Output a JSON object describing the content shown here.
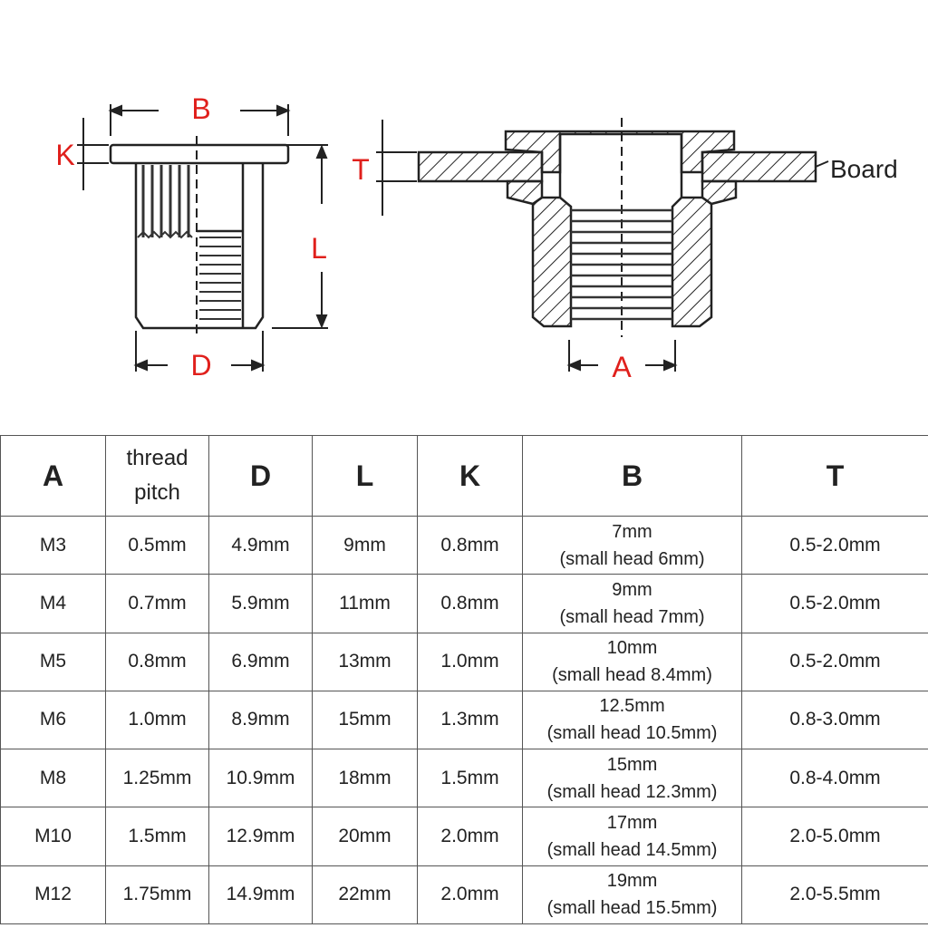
{
  "diagram": {
    "left_labels": {
      "b": "B",
      "k": "K",
      "l": "L",
      "d": "D"
    },
    "right_labels": {
      "t": "T",
      "a": "A",
      "board": "Board"
    }
  },
  "table": {
    "headers": [
      "A",
      "thread pitch",
      "D",
      "L",
      "K",
      "B",
      "T"
    ],
    "header_pitch_lines": [
      "thread",
      "pitch"
    ],
    "rows": [
      {
        "a": "M3",
        "pitch": "0.5mm",
        "d": "4.9mm",
        "l": "9mm",
        "k": "0.8mm",
        "b": "7mm",
        "b_note": "(small head 6mm)",
        "t": "0.5-2.0mm"
      },
      {
        "a": "M4",
        "pitch": "0.7mm",
        "d": "5.9mm",
        "l": "11mm",
        "k": "0.8mm",
        "b": "9mm",
        "b_note": "(small head 7mm)",
        "t": "0.5-2.0mm"
      },
      {
        "a": "M5",
        "pitch": "0.8mm",
        "d": "6.9mm",
        "l": "13mm",
        "k": "1.0mm",
        "b": "10mm",
        "b_note": "(small head 8.4mm)",
        "t": "0.5-2.0mm"
      },
      {
        "a": "M6",
        "pitch": "1.0mm",
        "d": "8.9mm",
        "l": "15mm",
        "k": "1.3mm",
        "b": "12.5mm",
        "b_note": "(small head 10.5mm)",
        "t": "0.8-3.0mm"
      },
      {
        "a": "M8",
        "pitch": "1.25mm",
        "d": "10.9mm",
        "l": "18mm",
        "k": "1.5mm",
        "b": "15mm",
        "b_note": "(small head 12.3mm)",
        "t": "0.8-4.0mm"
      },
      {
        "a": "M10",
        "pitch": "1.5mm",
        "d": "12.9mm",
        "l": "20mm",
        "k": "2.0mm",
        "b": "17mm",
        "b_note": "(small head 14.5mm)",
        "t": "2.0-5.0mm"
      },
      {
        "a": "M12",
        "pitch": "1.75mm",
        "d": "14.9mm",
        "l": "22mm",
        "k": "2.0mm",
        "b": "19mm",
        "b_note": "(small head 15.5mm)",
        "t": "2.0-5.5mm"
      }
    ]
  },
  "colors": {
    "label_red": "#e0201c",
    "line": "#222222",
    "border": "#555555"
  }
}
